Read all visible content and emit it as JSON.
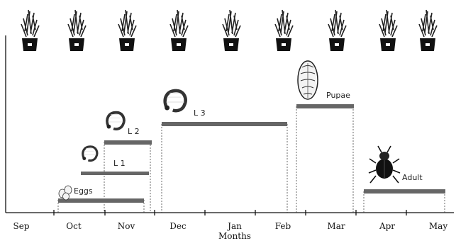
{
  "months": [
    "Sep",
    "Oct",
    "Nov",
    "Dec",
    "Jan",
    "Feb",
    "Mar",
    "Apr",
    "May"
  ],
  "axis_title": "Months",
  "stages": [
    {
      "key": "eggs",
      "label": "Eggs"
    },
    {
      "key": "l1",
      "label": "L 1"
    },
    {
      "key": "l2",
      "label": "L 2"
    },
    {
      "key": "l3",
      "label": "L 3"
    },
    {
      "key": "pupae",
      "label": "Pupae"
    },
    {
      "key": "adult",
      "label": "Adult"
    }
  ],
  "icons": {
    "plant": "potted-plant-icon",
    "eggs": "eggs-icon",
    "larva": "larva-icon",
    "pupa": "pupa-icon",
    "beetle": "beetle-icon"
  },
  "colors": {
    "bar": "#666666",
    "axis": "#111111"
  }
}
